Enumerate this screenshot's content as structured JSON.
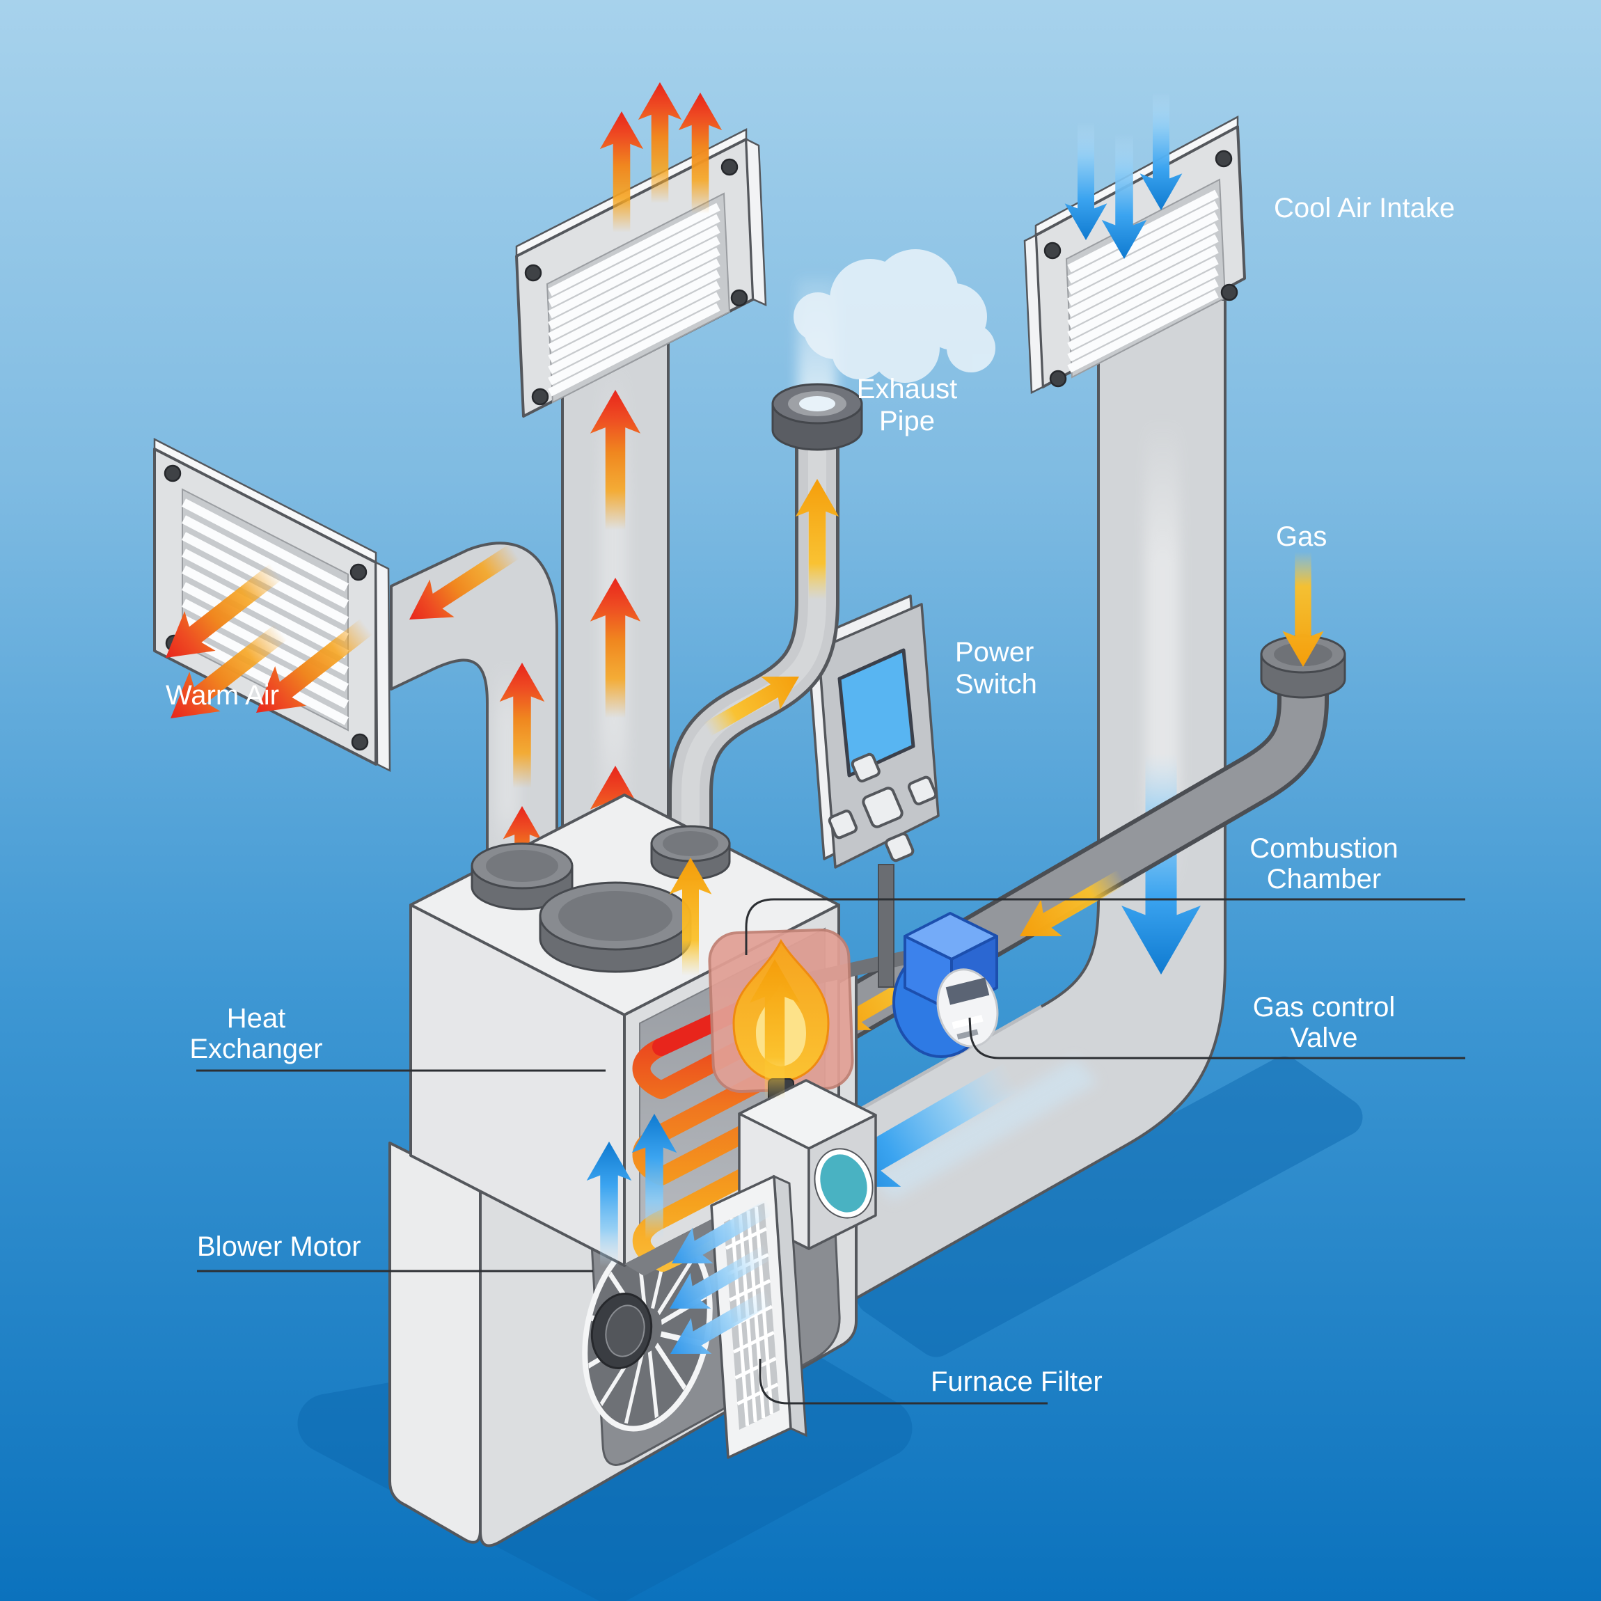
{
  "diagram": {
    "type": "isometric-hvac-furnace-diagram",
    "labels": {
      "warm_air": "Warm Air",
      "exhaust_pipe_line1": "Exhaust",
      "exhaust_pipe_line2": "Pipe",
      "cool_air_intake": "Cool Air Intake",
      "gas": "Gas",
      "power_switch_line1": "Power",
      "power_switch_line2": "Switch",
      "combustion_chamber_line1": "Combustion",
      "combustion_chamber_line2": "Chamber",
      "gas_control_valve_line1": "Gas control",
      "gas_control_valve_line2": "Valve",
      "heat_exchanger_line1": "Heat",
      "heat_exchanger_line2": "Exchanger",
      "blower_motor": "Blower Motor",
      "furnace_filter": "Furnace Filter"
    },
    "colors": {
      "background_top": "#a7d2ec",
      "background_bottom": "#0b72bd",
      "warm_air_flow": "#e8251c",
      "cool_air_flow": "#1e8fe8",
      "gas_flow": "#f6a623",
      "metal": "#d2d5d8",
      "outline": "#54575c",
      "valve_blue": "#2e7ae4",
      "flame_orange": "#f9a825",
      "shadow": "#0a66ad",
      "label_text": "#ffffff"
    },
    "icons": [
      "flame-icon",
      "fan-icon",
      "filter-grid-icon",
      "smoke-icon",
      "screw-icon",
      "thermostat-icon",
      "gas-valve-icon",
      "louver-vent-icon",
      "flow-arrow-icon"
    ]
  }
}
